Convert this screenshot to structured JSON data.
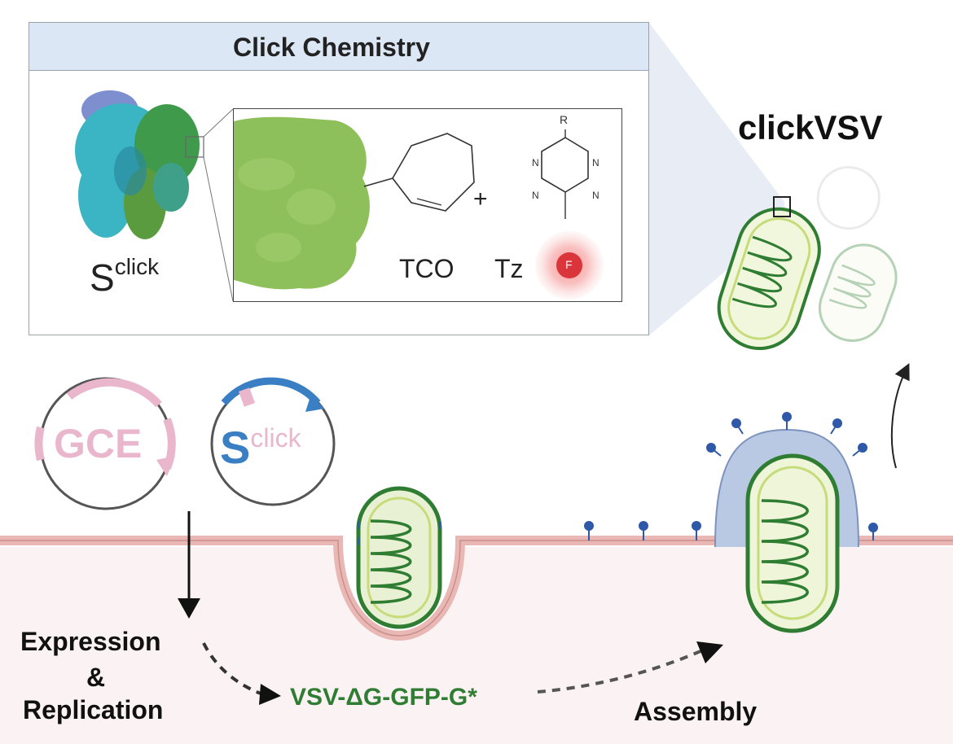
{
  "panel": {
    "title": "Click Chemistry",
    "protein_label_base": "S",
    "protein_label_sup": "click",
    "tco_label": "TCO",
    "tz_label": "Tz",
    "r_label": "R",
    "n_label": "N",
    "plus": "+",
    "fluor_symbol": "F"
  },
  "virus_title": "clickVSV",
  "plasmids": {
    "gce": "GCE",
    "sclick_base": "S",
    "sclick_sup": "click"
  },
  "steps": {
    "expression_line1": "Expression",
    "expression_line2": "&",
    "expression_line3": "Replication",
    "construct": "VSV-ΔG-GFP-G*",
    "assembly": "Assembly"
  },
  "colors": {
    "panel_header": "#dce7f6",
    "protein_green": "#8dbf5a",
    "membrane": "#e9b8b4",
    "cytoplasm": "#fbf3f3",
    "virus_green": "#2f7d32",
    "spike_blue": "#2f59a8",
    "construct_text": "#2e7d32",
    "gce_pink": "#eab6cc",
    "plasmid_blue": "#3a7fc4",
    "fluor_red": "#d9353a"
  }
}
